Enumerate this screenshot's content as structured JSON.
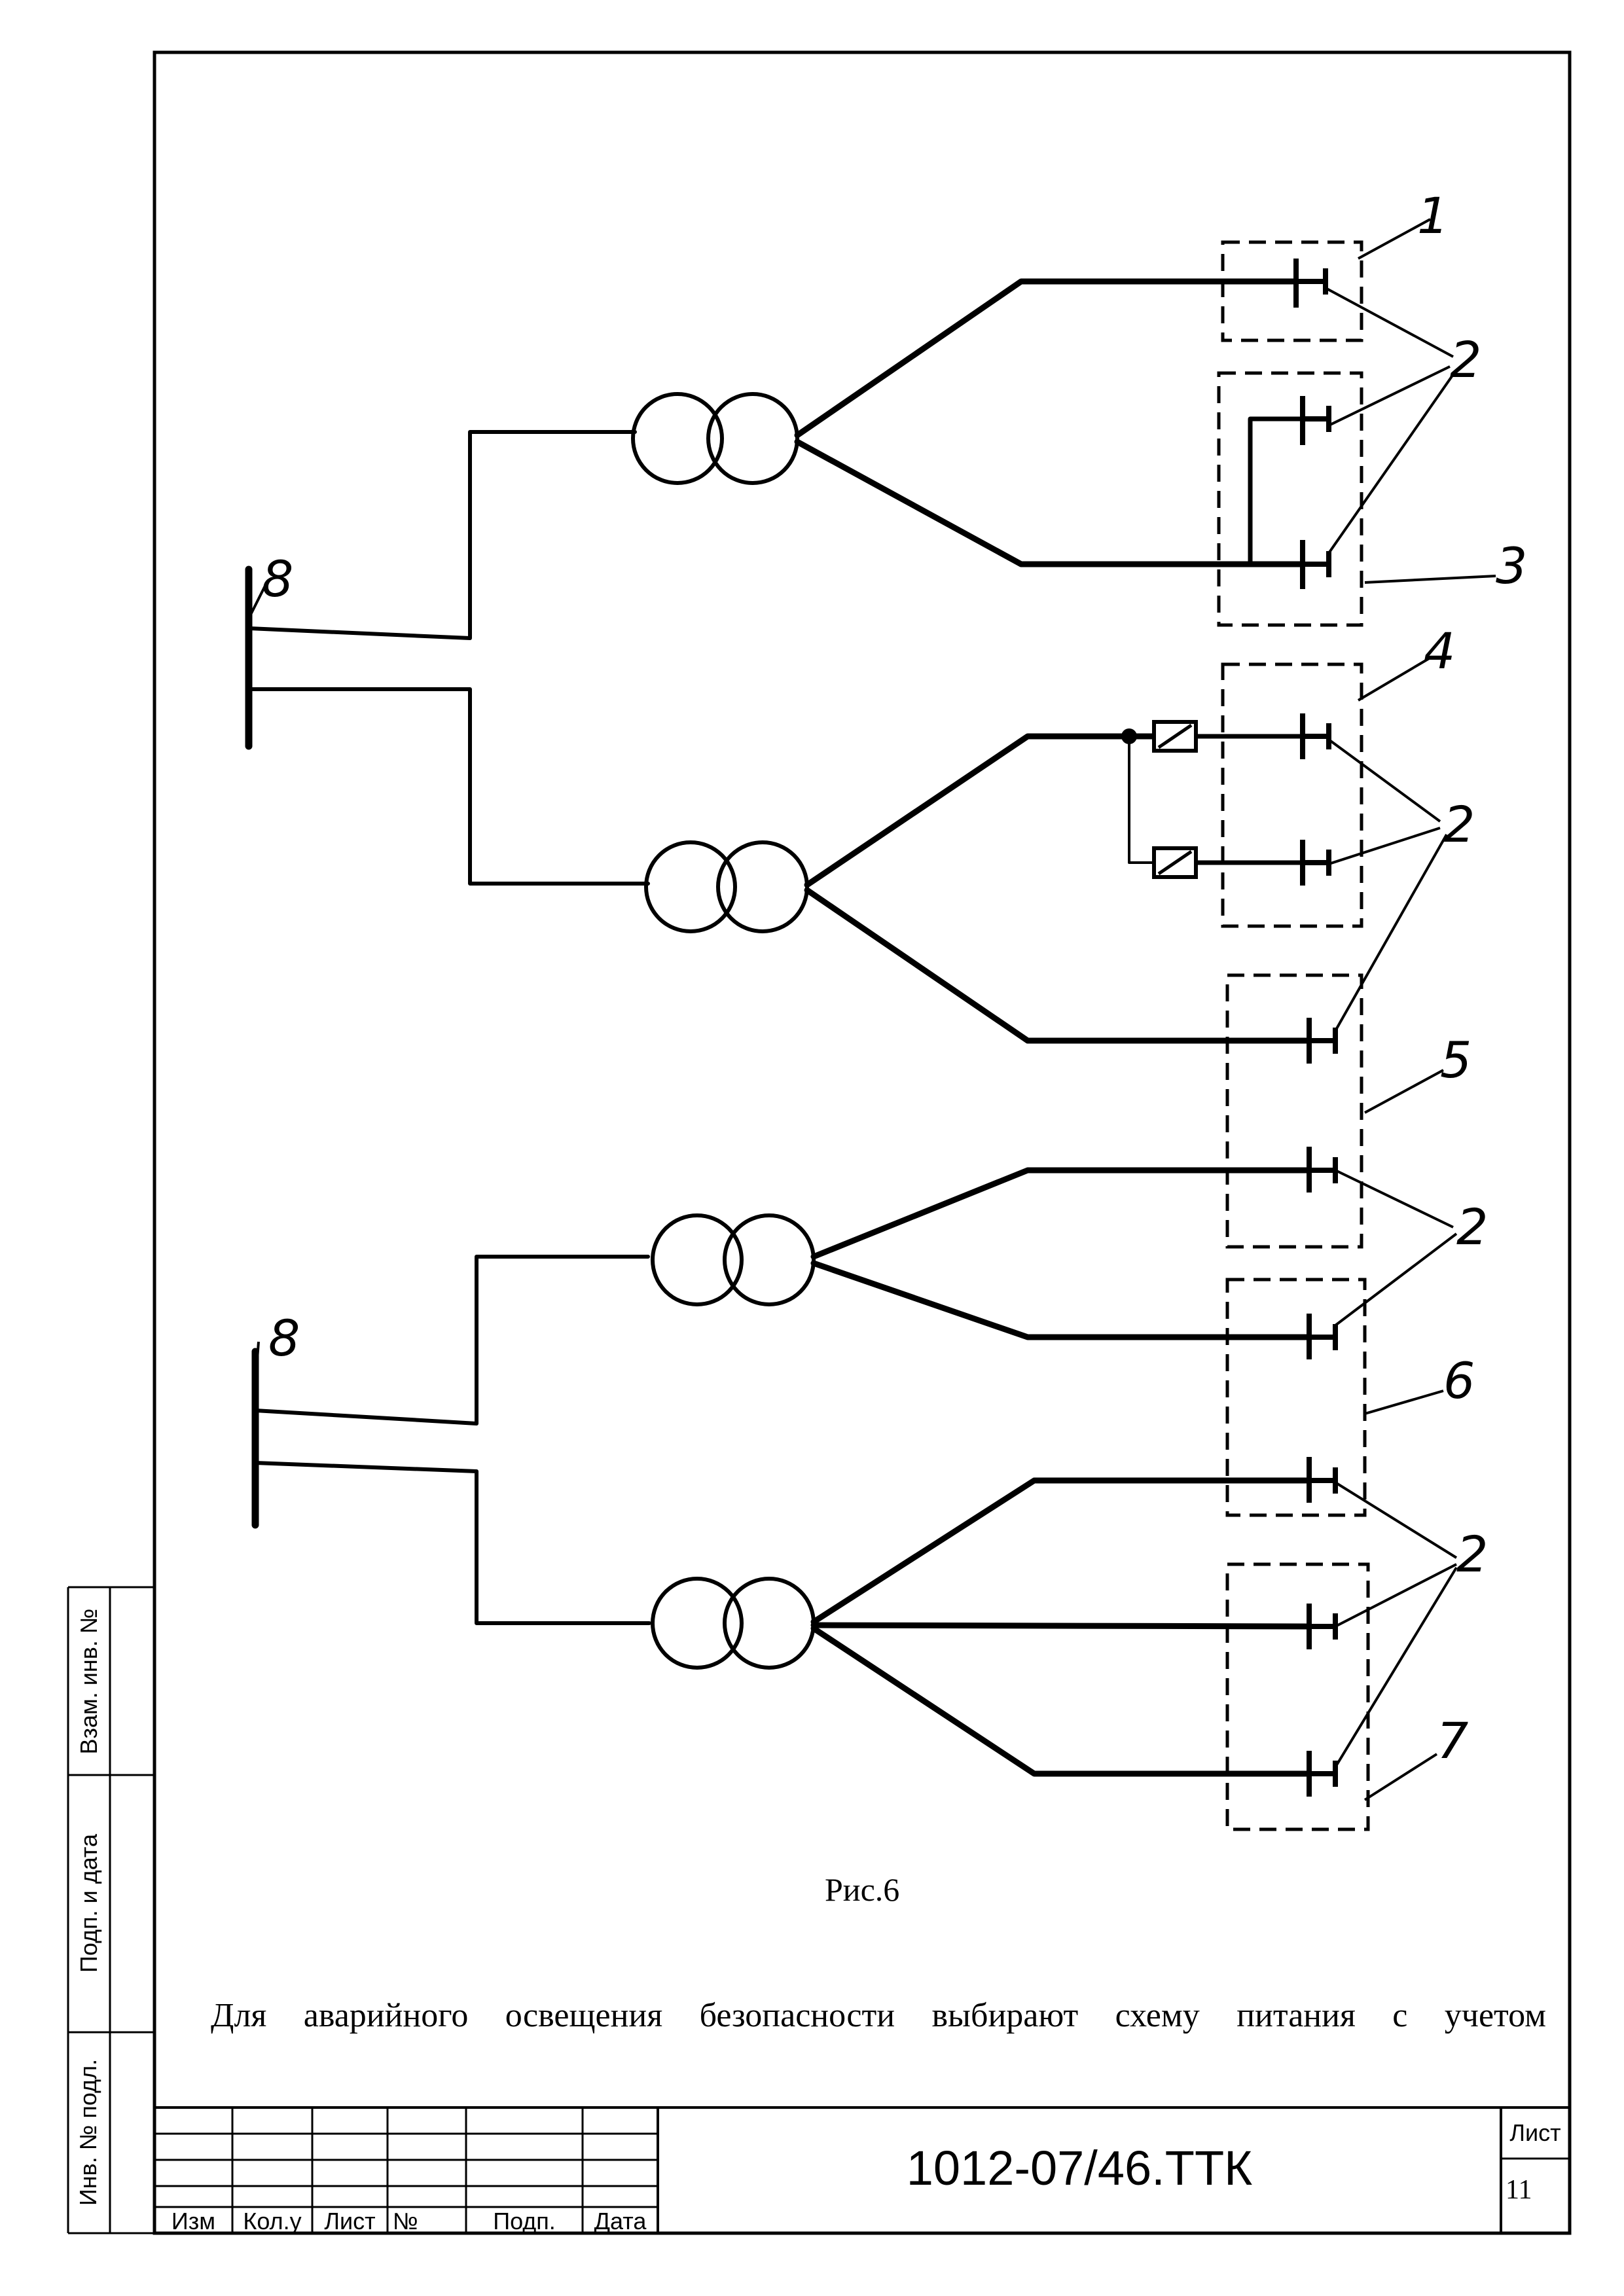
{
  "figure": {
    "caption": "Рис.6",
    "callouts": [
      "1",
      "2",
      "3",
      "4",
      "5",
      "6",
      "7",
      "8"
    ]
  },
  "body_text": "Для аварийного освещения безопасности выбирают схему питания с учетом",
  "side_stamp": {
    "vzam_inv": "Взам. инв. №",
    "podp_data": "Подп. и дата",
    "inv_podl": "Инв. № подл."
  },
  "title_block": {
    "col_izm": "Изм",
    "col_kol": "Кол.у",
    "col_list": "Лист",
    "col_num": "№",
    "col_podp": "Подп.",
    "col_data": "Дата",
    "doc_code": "1012-07/46.ТТК",
    "sheet_label": "Лист",
    "sheet_number": "11"
  }
}
